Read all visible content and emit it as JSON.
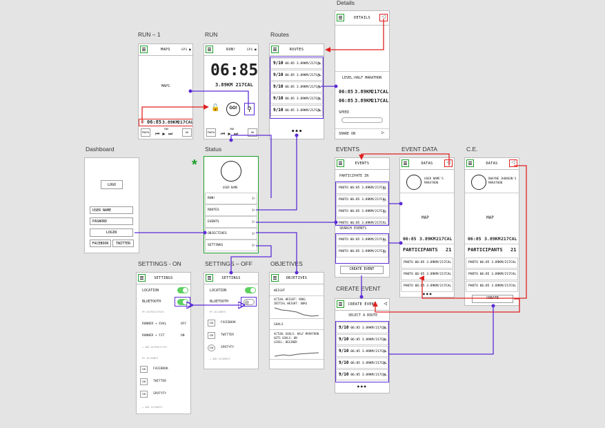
{
  "screens": {
    "run1": {
      "label": "RUN – 1",
      "header": "MAPS",
      "gps": "GPS ■",
      "body": "MAPS",
      "stats": "06:85 3.89KM 217CAL",
      "stats_t": "06:85",
      "stats_d": "3.89KM",
      "stats_c": "217CAL",
      "photo": "PHOTO",
      "end": "END",
      "ok": "OK"
    },
    "run": {
      "label": "RUN",
      "header": "RUN!",
      "gps": "GPS ■",
      "time": "06:85",
      "stats": "3.89KM 217CAL",
      "go": "GO!",
      "photo": "PHOTO",
      "end": "END",
      "ok": "OK"
    },
    "routes": {
      "label": "Routes",
      "header": "ROUTES",
      "rows": [
        {
          "date": "9/10",
          "stats": "06:85  3.89KM/217CAL"
        },
        {
          "date": "9/10",
          "stats": "06:85  3.89KM/217CAL"
        },
        {
          "date": "9/10",
          "stats": "06:85  3.89KM/217CAL"
        },
        {
          "date": "9/10",
          "stats": "06:85  3.89KM/217CAL"
        },
        {
          "date": "9/10",
          "stats": "06:85  3.89KM/217CAL"
        }
      ],
      "more": "•••"
    },
    "details": {
      "label": "Details",
      "header": "DETAILS",
      "level": "LEVEL:HALF MARATHON",
      "t": "06:85",
      "d": "3.89KM",
      "c": "217CAL",
      "speed": "SPEED",
      "share": "SHARE ON"
    },
    "dashboard": {
      "label": "Dashboard",
      "logo": "LOGO",
      "user": "USER NAME",
      "pass": "PASWORD",
      "login": "LOGIN",
      "facebook": "FACEBOOK",
      "twitter": "TWITTER"
    },
    "status": {
      "label": "Status",
      "star": "*",
      "user": "USER NAME",
      "items": [
        "RUN!",
        "ROUTES",
        "EVENTS",
        "OBJECTIVES",
        "SETTINGS"
      ]
    },
    "events": {
      "label": "EVENTS",
      "header": "EVENTS",
      "participate": "PARTICIPATE IN",
      "prow": "PHOTO  06:85  3.89KM/217CAL",
      "search": "SEARCH EVENTS",
      "create": "CREATE EVENT"
    },
    "event_data": {
      "label": "EVENT DATA",
      "header": "DATAS",
      "title": "USER NAME'S MARATHON",
      "map": "MAP",
      "t": "06:85",
      "d": "3.89KM",
      "c": "217CAL",
      "participants": "PARTICIPANTS",
      "count": "21",
      "prow": "PHOTO  06:85  3.89KM/217CAL",
      "more": "•••"
    },
    "ce": {
      "label": "C.E.",
      "header": "DATAS",
      "title": "DWAYNE JHONSON'S MARATHON",
      "map": "MAP",
      "t": "06:85",
      "d": "3.89KM",
      "c": "217CAL",
      "participants": "PARTICIPANTS",
      "count": "21",
      "prow": "PHOTO  06:85  3.89KM/217CAL",
      "create": "CREATE"
    },
    "settings_on": {
      "label": "SETTINGS - ON",
      "header": "SETTINGS",
      "location": "LOCATION",
      "bluetooth": "BLUETOOTH",
      "devices": "MY DISPOSITIVES",
      "dev1": "RUNNER + EVAL",
      "dev1_state": "OFF",
      "dev2": "RUNNER + FIT",
      "dev2_state": "ON",
      "add_disp": "+ ADD DISPOSITIVE",
      "accounts": "MY ACCOUNTS",
      "acc": [
        "FACEBOOK",
        "TWITTER",
        "SPOTYFY"
      ],
      "add_acc": "+ ADD ACCOUNTS"
    },
    "settings_off": {
      "label": "SETTINGS – OFF",
      "header": "SETTINGS",
      "location": "LOCATION",
      "bluetooth": "BLUETOOTH",
      "accounts": "MY ACCOUNTS",
      "acc": [
        "FACEBOOK",
        "TWITTER",
        "SPOTYFY"
      ],
      "add_acc": "+ ADD ACCOUNTS"
    },
    "objectives": {
      "label": "OBJETIVES",
      "header": "OBJETIVES",
      "weight": "WEIGHT",
      "w1": "ACTUAL WEIGHT: 90KG",
      "w2": "INITIAL WEIGHT: 80KG",
      "goals": "GOALS",
      "g1": "ACTUAL GOALS: HALF MARATHON",
      "g2": "GOTS GOALS: 0N",
      "g3": "LEVEL: BEGINER"
    },
    "create_event": {
      "label": "CREATE EVENT",
      "header": "CREATE EVENT",
      "select": "SELECT A ROUTE",
      "rows": [
        {
          "date": "9/10",
          "stats": "06:85  3.89KM/217CAL"
        },
        {
          "date": "9/10",
          "stats": "06:85  3.89KM/217CAL"
        },
        {
          "date": "9/10",
          "stats": "06:85  3.89KM/217CAL"
        },
        {
          "date": "9/10",
          "stats": "06:85  3.89KM/217CAL"
        },
        {
          "date": "9/10",
          "stats": "06:85  3.89KM/217CAL"
        }
      ],
      "more": "•••"
    }
  },
  "colors": {
    "flow": "#5b2bd6",
    "back": "#e02020",
    "menu": "#1c9e2a",
    "star": "#1c9e2a"
  }
}
